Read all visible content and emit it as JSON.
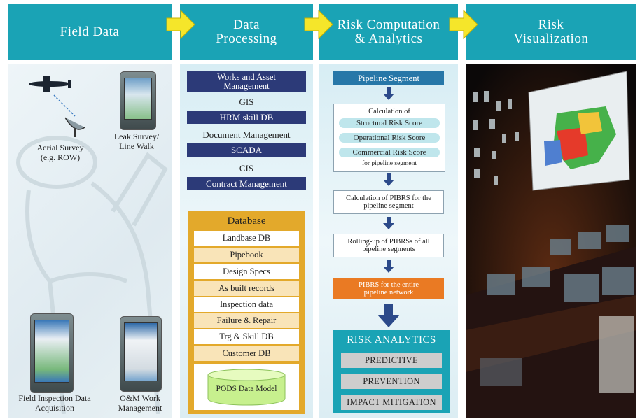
{
  "headers": {
    "field_data": "Field Data",
    "data_processing": "Data Processing",
    "risk_computation": "Risk Computation & Analytics",
    "risk_visualization": "Risk Visualization"
  },
  "field": {
    "aerial": "Aerial Survey (e.g. ROW)",
    "leak": "Leak Survey/ Line Walk",
    "inspection": "Field Inspection Data Acquisition",
    "om": "O&M Work Management"
  },
  "processing": {
    "sources": [
      "Works and Asset Management",
      "GIS",
      "HRM skill DB",
      "Document Management",
      "SCADA",
      "CIS",
      "Contract Management"
    ],
    "database_title": "Database",
    "db_rows": [
      "Landbase DB",
      "Pipebook",
      "Design Specs",
      "As built records",
      "Inspection data",
      "Failure & Repair",
      "Trg & Skill DB",
      "Customer DB"
    ],
    "pods": "PODS Data Model"
  },
  "risk": {
    "segment": "Pipeline Segment",
    "calc_of": "Calculation of",
    "scores": [
      "Structural Risk Score",
      "Operational Risk Score",
      "Commercial Risk Score"
    ],
    "for_segment": "for pipeline segment",
    "pibrs_calc": "Calculation of PIBRS for the pipeline segment",
    "rollup": "Rolling-up of PIBRSs of all pipeline segments",
    "pibrs_network": "PIBRS for the entire pipeline network",
    "analytics_title": "RISK ANALYTICS",
    "analytics": [
      "PREDICTIVE",
      "PREVENTION",
      "IMPACT MITIGATION"
    ]
  },
  "colors": {
    "header": "#1aa3b5",
    "arrow": "#f5e62a",
    "navy": "#2c3a78",
    "database": "#e3a92b",
    "pibrs_network": "#ea7a23",
    "analytics": "#1aa3b5"
  }
}
